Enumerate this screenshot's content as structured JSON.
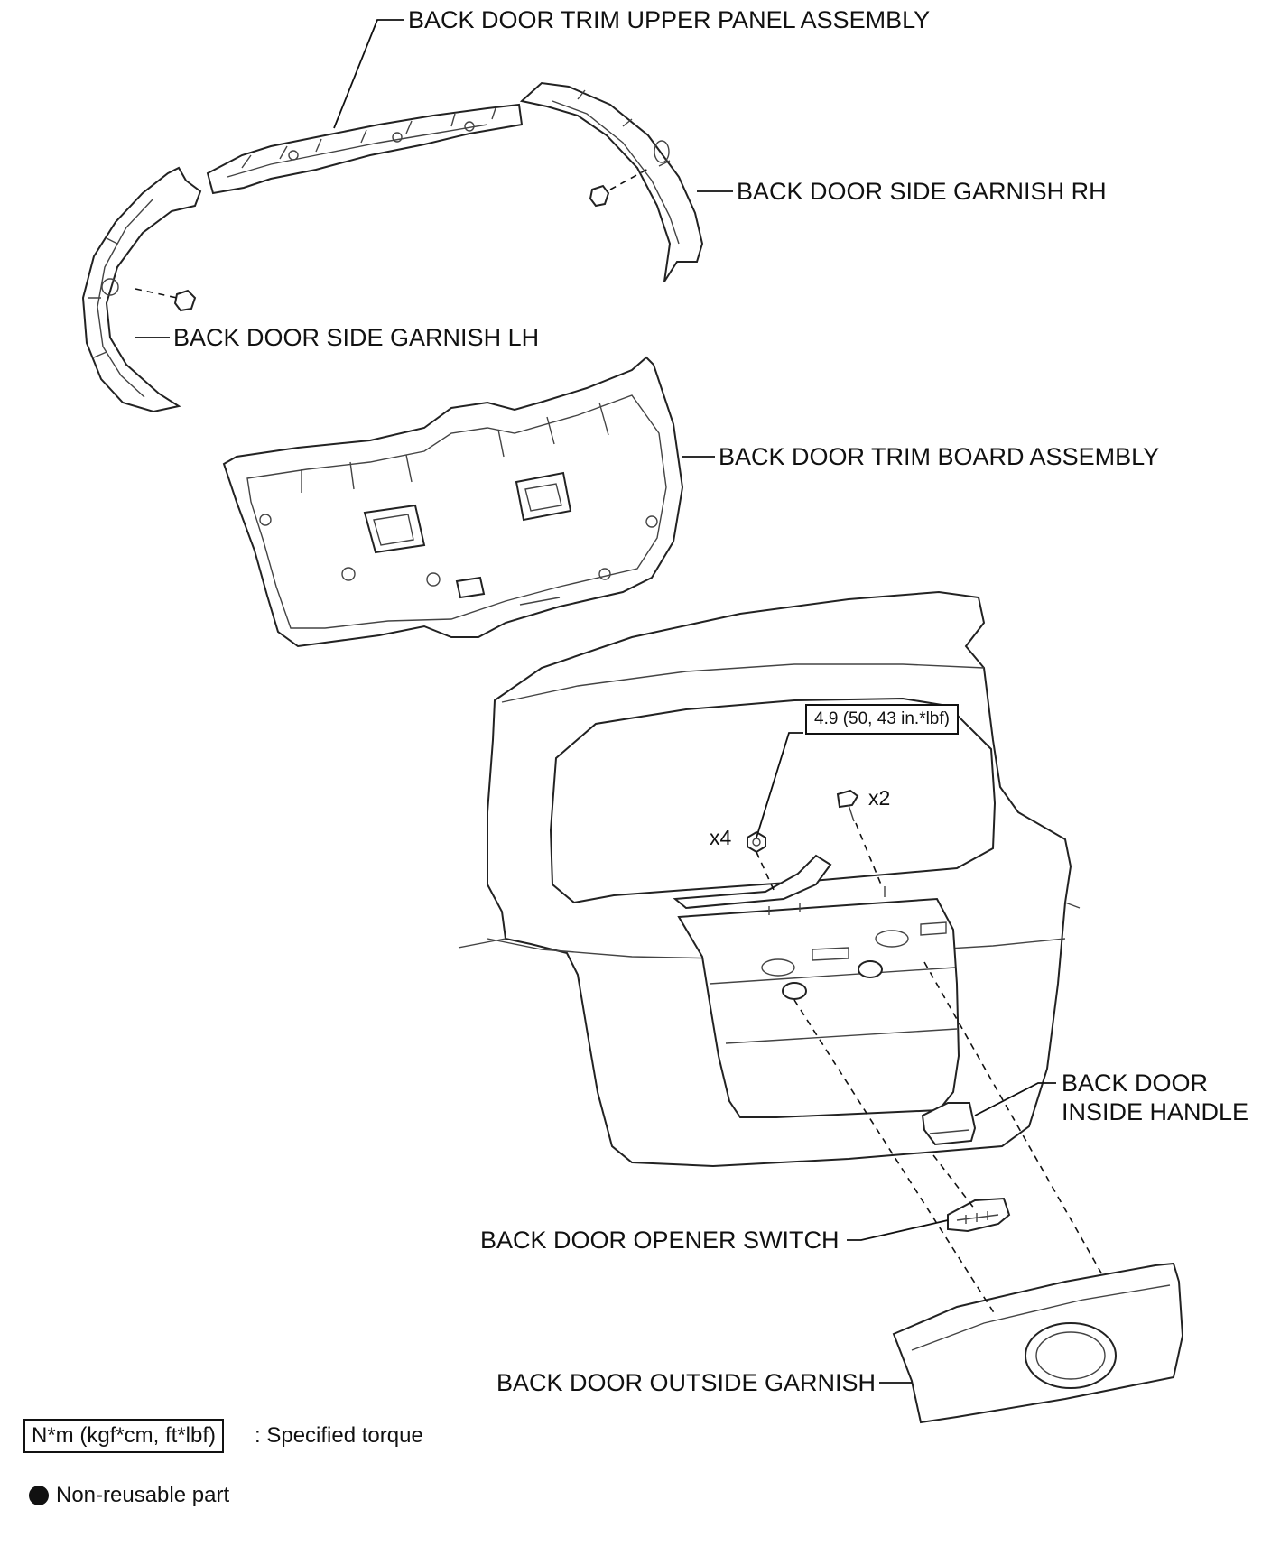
{
  "labels": {
    "upper_panel": "BACK DOOR TRIM UPPER PANEL ASSEMBLY",
    "side_garnish_rh": "BACK DOOR SIDE GARNISH RH",
    "side_garnish_lh": "BACK DOOR SIDE GARNISH LH",
    "trim_board": "BACK DOOR TRIM BOARD ASSEMBLY",
    "inside_handle_line1": "BACK DOOR",
    "inside_handle_line2": "INSIDE HANDLE",
    "opener_switch": "BACK DOOR OPENER SWITCH",
    "outside_garnish": "BACK DOOR OUTSIDE GARNISH"
  },
  "callouts": {
    "torque_value": "4.9 (50, 43 in.*lbf)",
    "qty_nut": "x4",
    "qty_screw": "x2"
  },
  "legend": {
    "torque_units": "N*m (kgf*cm, ft*lbf)",
    "torque_desc": ": Specified torque",
    "nonreusable_desc": "Non-reusable part"
  }
}
